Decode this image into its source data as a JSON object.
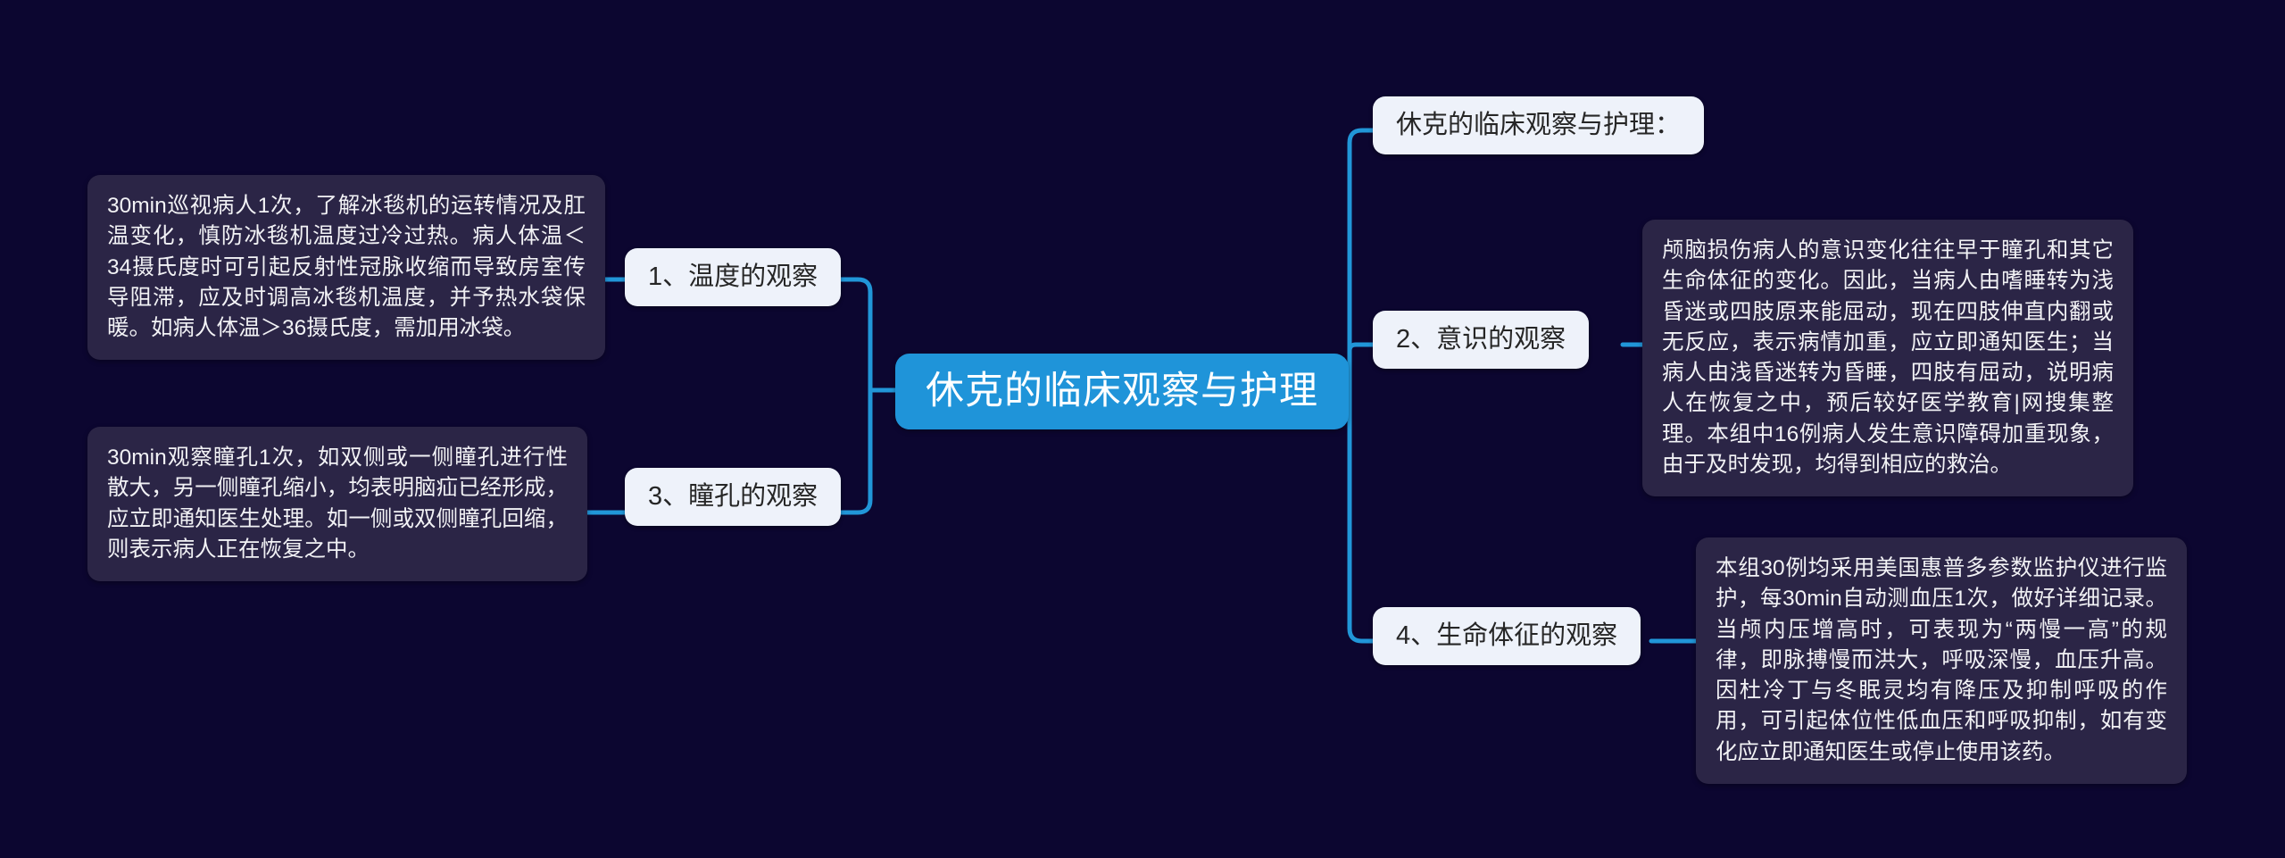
{
  "canvas": {
    "background_color": "#0c0630",
    "title_text": "休克的临床观察与护理"
  },
  "colors": {
    "background": "#0c0630",
    "root_node_fill": "#1f94d9",
    "root_node_text": "#ffffff",
    "branch_node_fill": "#eef2fa",
    "branch_node_text": "#262626",
    "detail_node_fill": "#2b2546",
    "detail_node_text": "#f2f2f5",
    "connector_line": "#2196d8"
  },
  "mindmap": {
    "root": {
      "label": "休克的临床观察与护理"
    },
    "left_branches": [
      {
        "id": "branch-1",
        "label": "1、温度的观察",
        "detail": "30min巡视病人1次，了解冰毯机的运转情况及肛温变化，慎防冰毯机温度过冷过热。病人体温＜34摄氏度时可引起反射性冠脉收缩而导致房室传导阻滞，应及时调高冰毯机温度，并予热水袋保暖。如病人体温＞36摄氏度，需加用冰袋。"
      },
      {
        "id": "branch-3",
        "label": "3、瞳孔的观察",
        "detail": "30min观察瞳孔1次，如双侧或一侧瞳孔进行性散大，另一侧瞳孔缩小，均表明脑疝已经形成，应立即通知医生处理。如一侧或双侧瞳孔回缩，则表示病人正在恢复之中。"
      }
    ],
    "right_branches": [
      {
        "id": "branch-shock",
        "label": "休克的临床观察与护理：",
        "detail": ""
      },
      {
        "id": "branch-2",
        "label": "2、意识的观察",
        "detail": "颅脑损伤病人的意识变化往往早于瞳孔和其它生命体征的变化。因此，当病人由嗜睡转为浅昏迷或四肢原来能屈动，现在四肢伸直内翻或无反应，表示病情加重，应立即通知医生；当病人由浅昏迷转为昏睡，四肢有屈动，说明病人在恢复之中，预后较好医学教育|网搜集整理。本组中16例病人发生意识障碍加重现象，由于及时发现，均得到相应的救治。"
      },
      {
        "id": "branch-4",
        "label": "4、生命体征的观察",
        "detail": "本组30例均采用美国惠普多参数监护仪进行监护，每30min自动测血压1次，做好详细记录。当颅内压增高时，可表现为“两慢一高”的规律，即脉搏慢而洪大，呼吸深慢，血压升高。因杜冷丁与冬眠灵均有降压及抑制呼吸的作用，可引起体位性低血压和呼吸抑制，如有变化应立即通知医生或停止使用该药。"
      }
    ]
  }
}
